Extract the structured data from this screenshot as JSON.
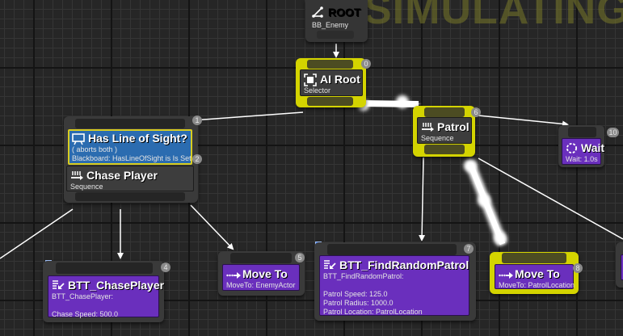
{
  "watermark": "SIMULATING",
  "colors": {
    "active": "#d4d400",
    "task": "#6a2fbd",
    "decorator": "#2b6cb0",
    "composite": "#3d3d3d",
    "background": "#262626"
  },
  "nodes": {
    "root": {
      "title": "ROOT",
      "subtitle": "BB_Enemy",
      "icon": "root-icon"
    },
    "ai_root": {
      "title": "AI Root",
      "subtitle": "Selector",
      "index": "0",
      "icon": "selector-icon"
    },
    "chase_player": {
      "title": "Chase Player",
      "subtitle": "Sequence",
      "index": "1",
      "icon": "sequence-icon",
      "decorator": {
        "title": "Has Line of Sight?",
        "line1": "( aborts both )",
        "line2": "Blackboard: HasLineOfSight is Is Set",
        "index": "2",
        "icon": "blackboard-icon"
      }
    },
    "patrol": {
      "title": "Patrol",
      "subtitle": "Sequence",
      "index": "6",
      "icon": "sequence-icon"
    },
    "wait": {
      "title": "Wait",
      "subtitle": "Wait: 1.0s",
      "index": "10",
      "icon": "wait-icon"
    },
    "btt_chase": {
      "title": "BTT_ChasePlayer",
      "line1": "BTT_ChasePlayer:",
      "line2": "",
      "line3": "Chase Speed: 500.0",
      "index": "4",
      "icon": "task-icon"
    },
    "move_enemy": {
      "title": "Move To",
      "subtitle": "MoveTo: EnemyActor",
      "index": "5",
      "icon": "move-to-icon"
    },
    "btt_find": {
      "title": "BTT_FindRandomPatrol",
      "line1": "BTT_FindRandomPatrol:",
      "line2": "Patrol Speed: 125.0",
      "line3": "Patrol Radius: 1000.0",
      "line4": "Patrol Location: PatrolLocation",
      "index": "7",
      "icon": "task-icon"
    },
    "move_patrol": {
      "title": "Move To",
      "subtitle": "MoveTo: PatrolLocation",
      "index": "8",
      "icon": "move-to-icon"
    }
  }
}
